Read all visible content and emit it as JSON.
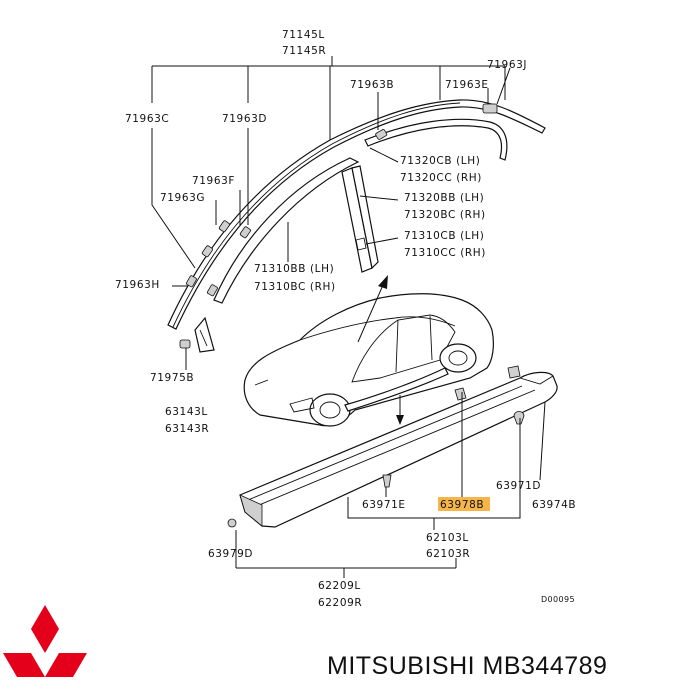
{
  "labels": {
    "p71145L": "71145L",
    "p71145R": "71145R",
    "p71963J": "71963J",
    "p71963B": "71963B",
    "p71963E": "71963E",
    "p71963C": "71963C",
    "p71963D": "71963D",
    "p71320CB": "71320CB (LH)",
    "p71320CC": "71320CC (RH)",
    "p71963F": "71963F",
    "p71963G": "71963G",
    "p71320BB": "71320BB (LH)",
    "p71320BC": "71320BC (RH)",
    "p71310CB": "71310CB (LH)",
    "p71310CC": "71310CC (RH)",
    "p71963H": "71963H",
    "p71310BB": "71310BB (LH)",
    "p71310BC": "71310BC (RH)",
    "p71975B": "71975B",
    "p63143L": "63143L",
    "p63143R": "63143R",
    "p63971D": "63971D",
    "p63971E": "63971E",
    "p63978B": "63978B",
    "p63974B": "63974B",
    "p62103L": "62103L",
    "p62103R": "62103R",
    "p63979D": "63979D",
    "p62209L": "62209L",
    "p62209R": "62209R",
    "drawing_code": "D00095"
  },
  "brand": {
    "text": "MITSUBISHI MB344789",
    "logo_color": "#e4001b"
  },
  "highlight_color": "#f6b54a"
}
